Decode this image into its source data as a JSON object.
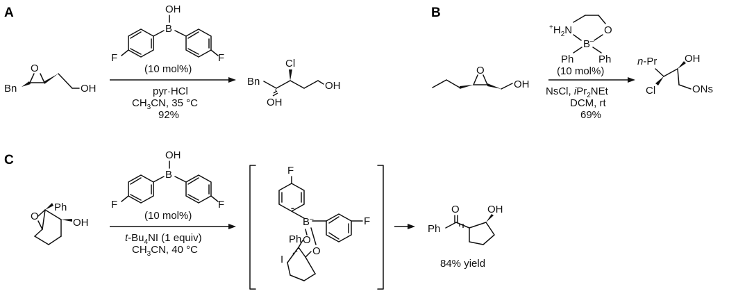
{
  "panels": {
    "A": {
      "label": "A",
      "reactant": {
        "group": "Bn",
        "oh": "OH",
        "o": "O"
      },
      "catalyst": {
        "oh": "OH",
        "b": "B",
        "f1": "F",
        "f2": "F",
        "loading": "(10 mol%)"
      },
      "conditions": [
        "pyr·HCl",
        "CH3CN, 35 °C",
        "92%"
      ],
      "cond_parts": {
        "ch": "CH",
        "three": "3",
        "cn": "CN, 35 °C"
      },
      "product": {
        "bn": "Bn",
        "cl": "Cl",
        "oh1": "OH",
        "oh2": "OH"
      }
    },
    "B": {
      "label": "B",
      "reactant": {
        "oh": "OH",
        "o": "O"
      },
      "catalyst": {
        "plus": "+",
        "h2n": "H",
        "two": "2",
        "n": "N",
        "b": "B",
        "minus": "–",
        "o": "O",
        "ph1": "Ph",
        "ph2": "Ph",
        "loading": "(10 mol%)"
      },
      "conditions": {
        "nscl": "NsCl, ",
        "ipr": "i",
        "pr": "Pr",
        "two": "2",
        "net": "NEt",
        "dcm": "DCM, rt",
        "yield": "69%"
      },
      "product": {
        "npr": "n",
        "pr": "-Pr",
        "oh": "OH",
        "cl": "Cl",
        "ons": "ONs"
      }
    },
    "C": {
      "label": "C",
      "reactant": {
        "ph": "Ph",
        "oh": "OH",
        "o": "O"
      },
      "catalyst": {
        "oh": "OH",
        "b": "B",
        "f1": "F",
        "f2": "F",
        "loading": "(10 mol%)"
      },
      "conditions": {
        "t": "t",
        "bu": "-Bu",
        "four": "4",
        "ni": "NI (1 equiv)",
        "ch": "CH",
        "three": "3",
        "cn": "CN, 40 °C"
      },
      "intermediate": {
        "f1": "F",
        "f2": "F",
        "b": "B",
        "minus": "–",
        "o1": "O",
        "o2": "O",
        "ph": "Ph",
        "i": "I"
      },
      "product": {
        "o": "O",
        "ph": "Ph",
        "oh": "OH"
      },
      "yield": "84% yield"
    }
  }
}
